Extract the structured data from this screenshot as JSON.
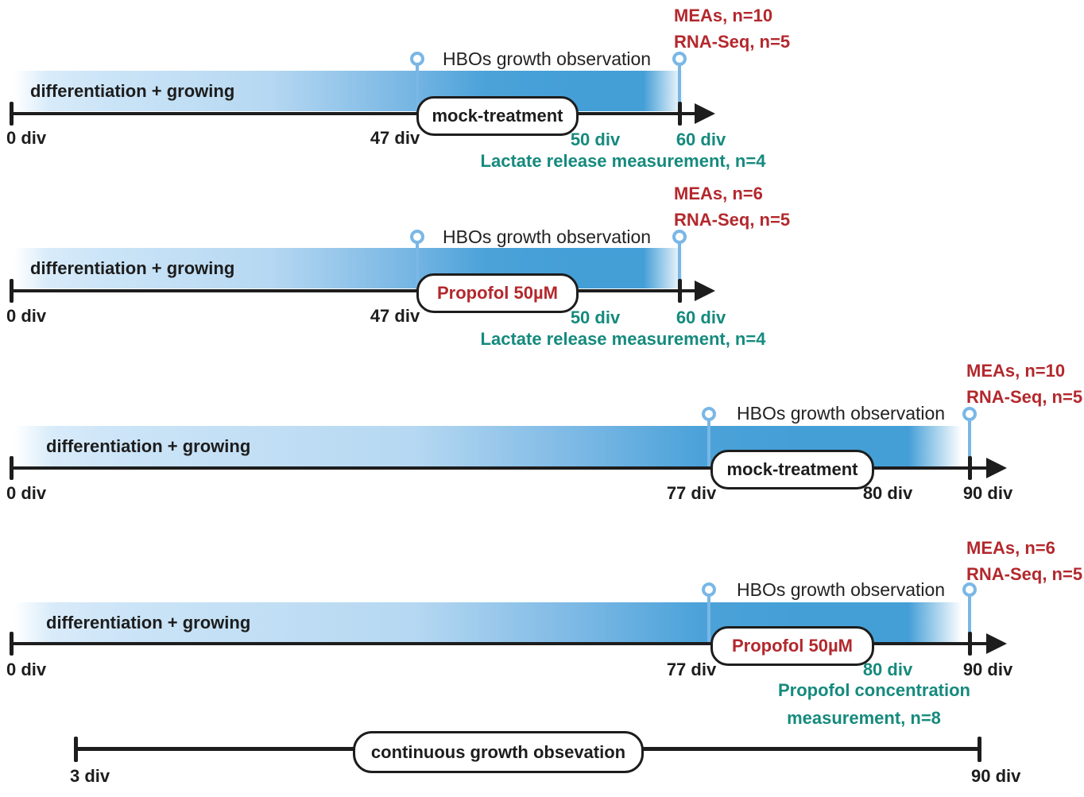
{
  "palette": {
    "bar_blue_strong": "#459fd7",
    "bar_blue_light": "#cbe4f7",
    "pin_blue": "#7ab7e6",
    "accent_red": "#b3282d",
    "accent_teal": "#158a7d",
    "line_black": "#1d1d1d"
  },
  "rows": [
    {
      "endpoint_labels": [
        "MEAs, n=10",
        "RNA-Seq, n=5"
      ],
      "observation_label": "HBOs growth observation",
      "bar_label": "differentiation + growing",
      "pill_label": "mock-treatment",
      "div_labels": [
        {
          "text": "0 div"
        },
        {
          "text": "47 div"
        },
        {
          "text": "50 div"
        },
        {
          "text": "60 div"
        }
      ],
      "notes": [
        "Lactate release measurement, n=4"
      ]
    },
    {
      "endpoint_labels": [
        "MEAs, n=6",
        "RNA-Seq, n=5"
      ],
      "observation_label": "HBOs growth observation",
      "bar_label": "differentiation + growing",
      "pill_label": "Propofol 50µM",
      "div_labels": [
        {
          "text": "0 div"
        },
        {
          "text": "47 div"
        },
        {
          "text": "50 div"
        },
        {
          "text": "60 div"
        }
      ],
      "notes": [
        "Lactate release measurement, n=4"
      ]
    },
    {
      "endpoint_labels": [
        "MEAs, n=10",
        "RNA-Seq, n=5"
      ],
      "observation_label": "HBOs growth observation",
      "bar_label": "differentiation + growing",
      "pill_label": "mock-treatment",
      "div_labels": [
        {
          "text": "0 div"
        },
        {
          "text": "77 div"
        },
        {
          "text": "80 div"
        },
        {
          "text": "90 div"
        }
      ],
      "notes": []
    },
    {
      "endpoint_labels": [
        "MEAs, n=6",
        "RNA-Seq, n=5"
      ],
      "observation_label": "HBOs growth observation",
      "bar_label": "differentiation + growing",
      "pill_label": "Propofol 50µM",
      "div_labels": [
        {
          "text": "0 div"
        },
        {
          "text": "77 div"
        },
        {
          "text": "80 div"
        },
        {
          "text": "90 div"
        }
      ],
      "notes": [
        "Propofol concentration",
        "measurement, n=8"
      ]
    }
  ],
  "footer": {
    "pill_label": "continuous growth obsevation",
    "start_label": "3 div",
    "end_label": "90 div"
  }
}
